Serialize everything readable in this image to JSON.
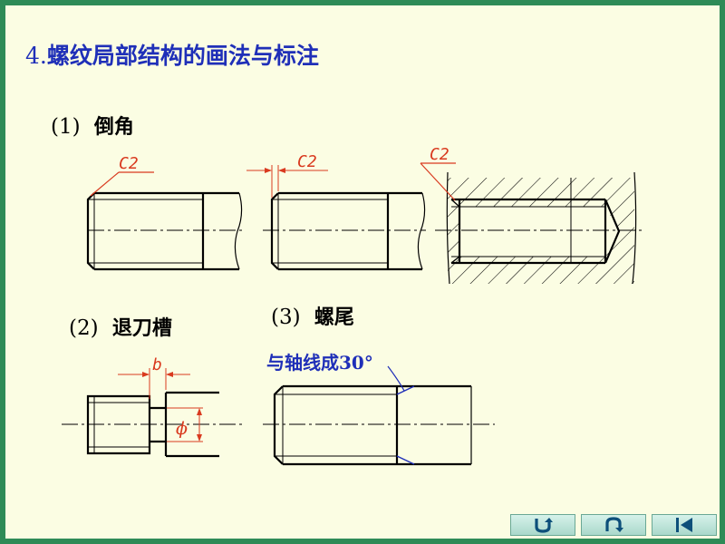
{
  "title": {
    "number": "4.",
    "text": "螺纹局部结构的画法与标注"
  },
  "sections": [
    {
      "num": "(1)",
      "label": "倒角"
    },
    {
      "num": "(2)",
      "label": "退刀槽"
    },
    {
      "num": "(3)",
      "label": "螺尾"
    }
  ],
  "dimensions": {
    "chamfer_1": "C2",
    "chamfer_2": "C2",
    "chamfer_3": "C2",
    "groove_width": "b",
    "groove_diameter": "ϕ"
  },
  "annotation": {
    "thread_tail": "与轴线成30°"
  },
  "colors": {
    "background": "#fbfde3",
    "border": "#2e8b57",
    "title": "#1f2fb8",
    "dimension": "#d93a1f",
    "line": "#000000"
  },
  "nav": [
    {
      "icon": "return-icon"
    },
    {
      "icon": "forward-icon"
    },
    {
      "icon": "first-page-icon"
    }
  ]
}
